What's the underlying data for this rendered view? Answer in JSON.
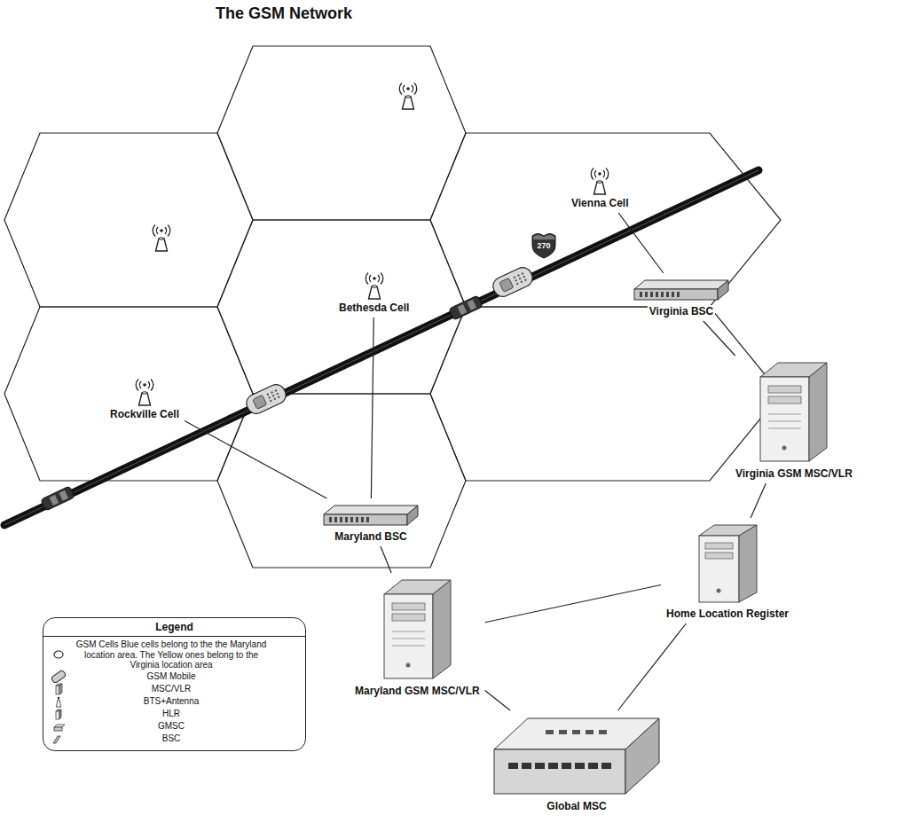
{
  "diagram": {
    "title": "The GSM Network",
    "nodes": [
      {
        "text": [
          "Vienna Cell"
        ]
      },
      {
        "text": [
          "Bethesda Cell"
        ]
      },
      {
        "text": [
          "Virginia BSC"
        ]
      },
      {
        "text": [
          "Rockville Cell"
        ]
      },
      {
        "text": [
          "Maryland BSC"
        ]
      },
      {
        "text": [
          "Virginia GSM MSC/VLR"
        ]
      },
      {
        "text": [
          "Home Location Register"
        ]
      },
      {
        "text": [
          "Maryland GSM MSC/VLR"
        ]
      },
      {
        "text": [
          "Global MSC"
        ]
      }
    ],
    "edges": [
      {
        "from": 0,
        "to": 2,
        "arrow": "none"
      },
      {
        "from": 1,
        "to": 4,
        "arrow": "none"
      },
      {
        "from": 3,
        "to": 4,
        "arrow": "none"
      },
      {
        "from": 2,
        "to": 5,
        "arrow": "none"
      },
      {
        "from": 4,
        "to": 7,
        "arrow": "none"
      },
      {
        "from": 5,
        "to": 6,
        "arrow": "none"
      },
      {
        "from": 7,
        "to": 6,
        "arrow": "none"
      },
      {
        "from": 7,
        "to": 8,
        "arrow": "none"
      },
      {
        "from": 6,
        "to": 8,
        "arrow": "none"
      }
    ],
    "labels": [
      "270",
      "Legend"
    ],
    "legend": [
      {
        "text": "GSM Cells Blue cells belong to the the Maryland location area. The Yellow ones belong to the Virginia location area"
      },
      {
        "text": "GSM Mobile"
      },
      {
        "text": "MSC/VLR"
      },
      {
        "text": "BTS+Antenna"
      },
      {
        "text": "HLR"
      },
      {
        "text": "GMSC"
      },
      {
        "text": "BSC"
      }
    ]
  }
}
